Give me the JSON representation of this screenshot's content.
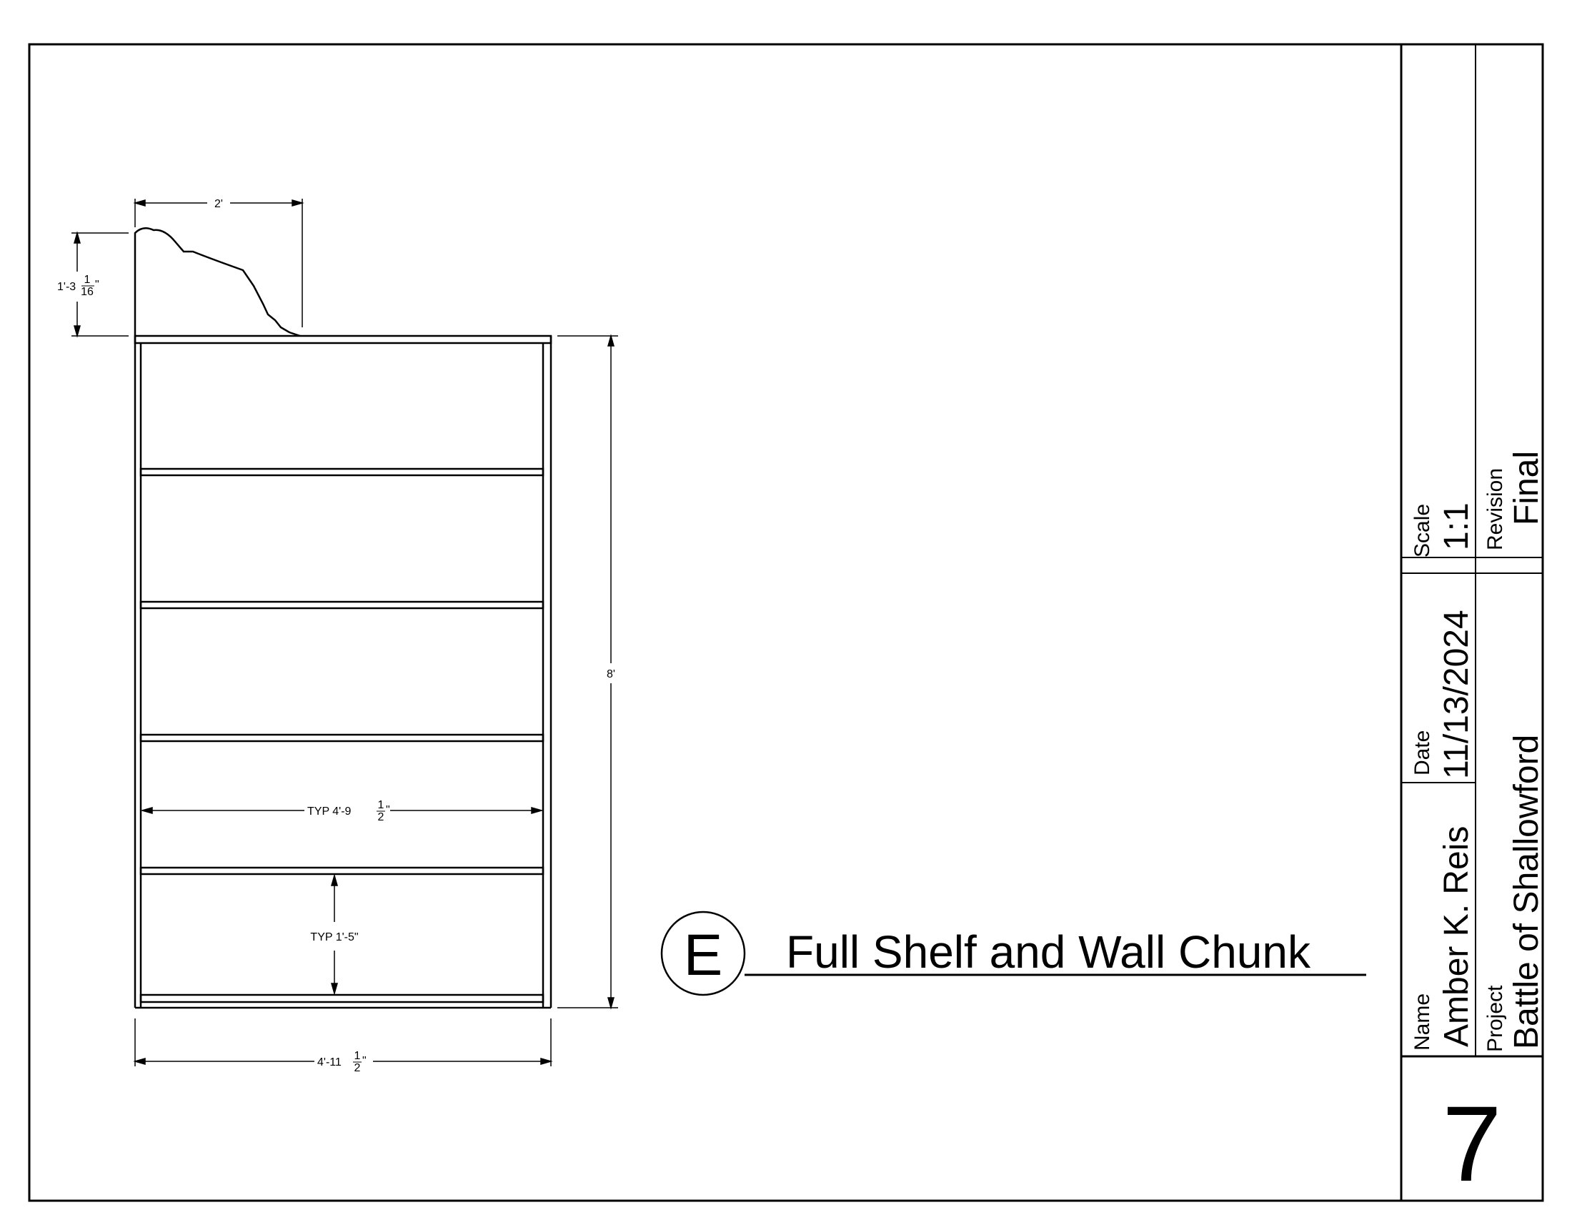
{
  "drawing": {
    "section_marker": "E",
    "view_title": "Full Shelf and Wall Chunk",
    "dimensions": {
      "chunk_width": "2'",
      "chunk_height_whole": "1'-3",
      "chunk_height_num": "1",
      "chunk_height_den": "16",
      "chunk_height_unit": "\"",
      "overall_height": "8'",
      "inner_width_prefix": "TYP 4'-9",
      "inner_width_num": "1",
      "inner_width_den": "2",
      "inner_width_unit": "\"",
      "shelf_spacing": "TYP 1'-5\"",
      "overall_width_whole": "4'-11",
      "overall_width_num": "1",
      "overall_width_den": "2",
      "overall_width_unit": "\""
    }
  },
  "title_block": {
    "scale_label": "Scale",
    "scale_value": "1:1",
    "revision_label": "Revision",
    "revision_value": "Final",
    "date_label": "Date",
    "date_value": "11/13/2024",
    "name_label": "Name",
    "name_value": "Amber K. Reis",
    "project_label": "Project",
    "project_value": "Battle of Shallowford",
    "sheet_number": "7"
  }
}
